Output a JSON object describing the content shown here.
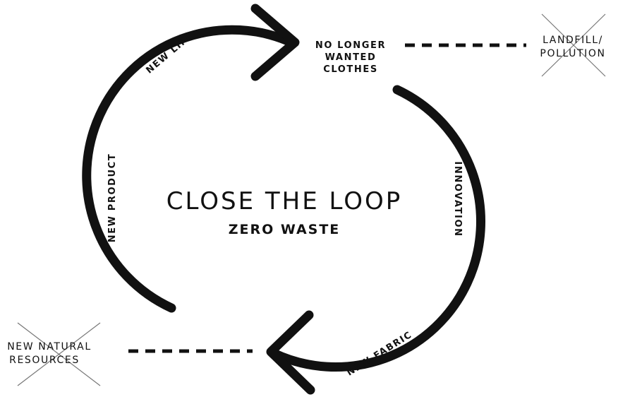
{
  "center": {
    "title": "CLOSE THE LOOP",
    "subtitle": "ZERO WASTE"
  },
  "top_node": {
    "line1": "NO LONGER",
    "line2": "WANTED",
    "line3": "CLOTHES"
  },
  "arc_labels": {
    "new_life": "NEW LIFE",
    "new_product": "NEW PRODUCT",
    "innovation": "INNOVATION",
    "new_fabric": "NEW FABRIC"
  },
  "crossed_out": {
    "landfill_line1": "LANDFILL/",
    "landfill_line2": "POLLUTION",
    "resources_line1": "NEW NATURAL",
    "resources_line2": "RESOURCES"
  },
  "colors": {
    "ink": "#111111",
    "cross": "#777777",
    "background": "#ffffff"
  }
}
